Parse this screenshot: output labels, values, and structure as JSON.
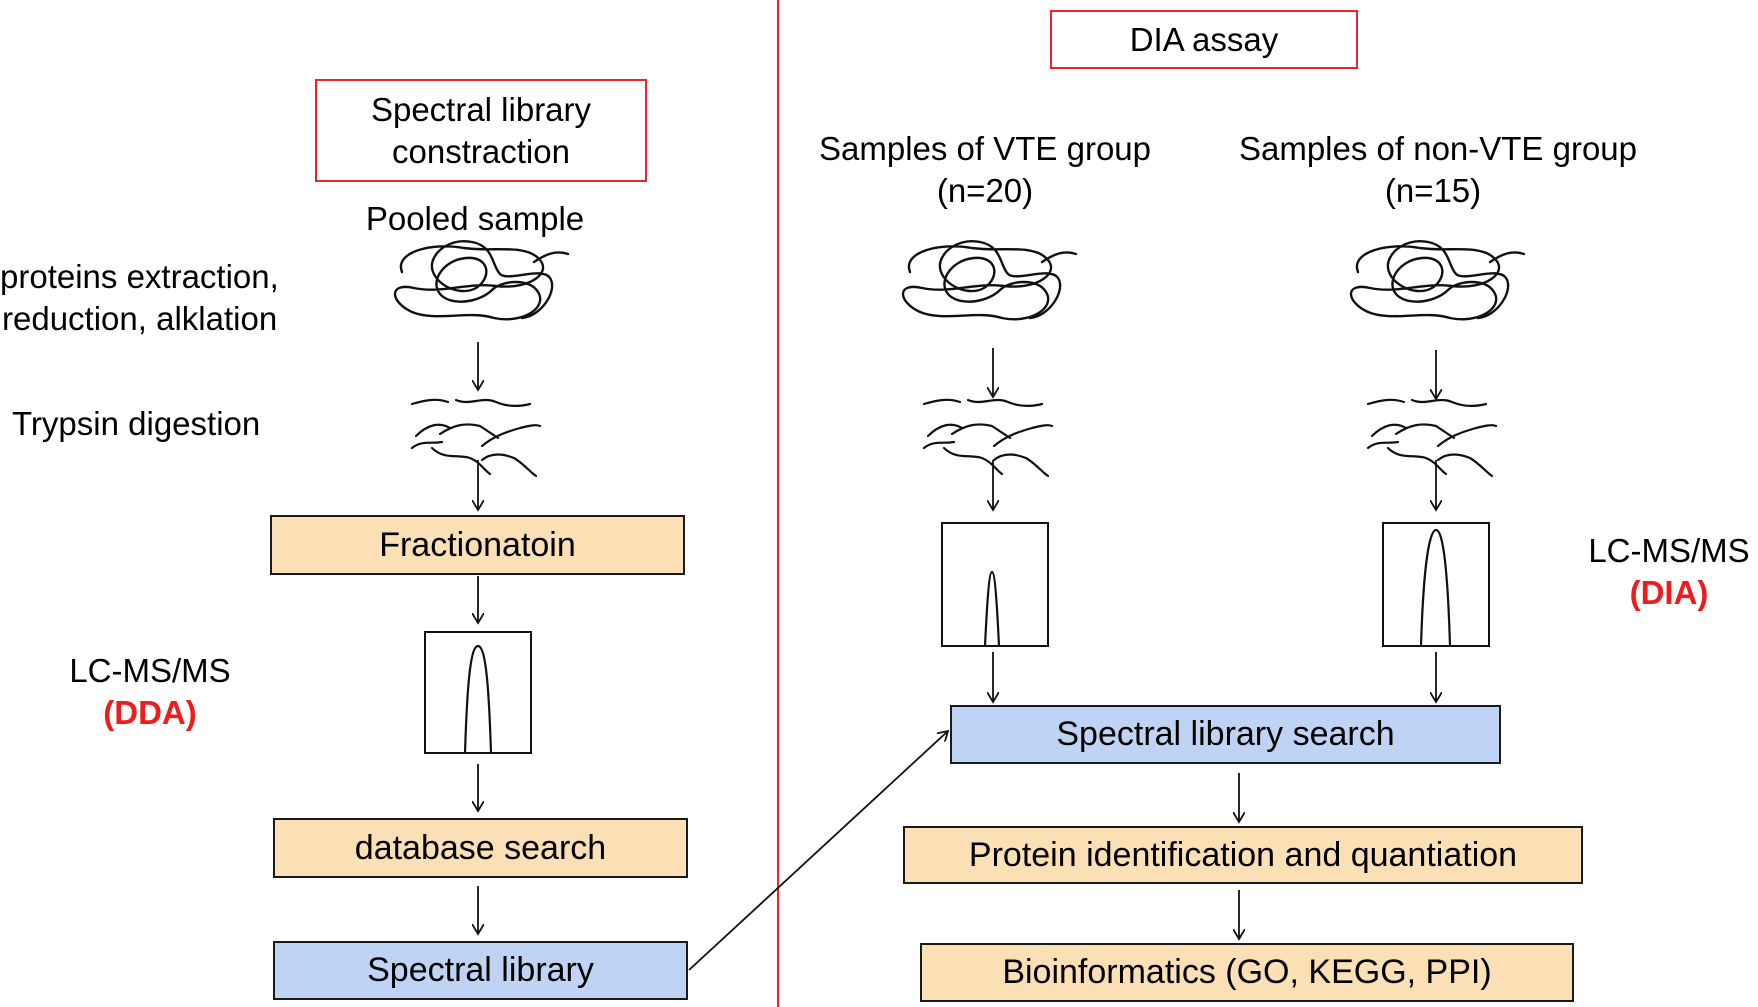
{
  "left": {
    "header_line1": "Spectral library",
    "header_line2": "constraction",
    "pooled_sample": "Pooled sample",
    "step_extraction_line1": "proteins extraction,",
    "step_extraction_line2": "reduction, alklation",
    "step_trypsin": "Trypsin digestion",
    "fractionation": "Fractionatoin",
    "lcms_label": "LC-MS/MS",
    "lcms_mode": "(DDA)",
    "database_search": "database search",
    "spectral_library": "Spectral library"
  },
  "right": {
    "header": "DIA assay",
    "vte_line1": "Samples of VTE group",
    "vte_line2": "(n=20)",
    "nonvte_line1": "Samples of non-VTE group",
    "nonvte_line2": "(n=15)",
    "lcms_label": "LC-MS/MS",
    "lcms_mode": "(DIA)",
    "library_search": "Spectral library search",
    "protein_id": "Protein identification and  quantiation",
    "bioinformatics": "Bioinformatics (GO, KEGG, PPI)"
  },
  "colors": {
    "divider": "#e8262b",
    "orange_box": "#fbdfb5",
    "blue_box": "#bfd4f4",
    "accent_red": "#ee1c1c"
  }
}
